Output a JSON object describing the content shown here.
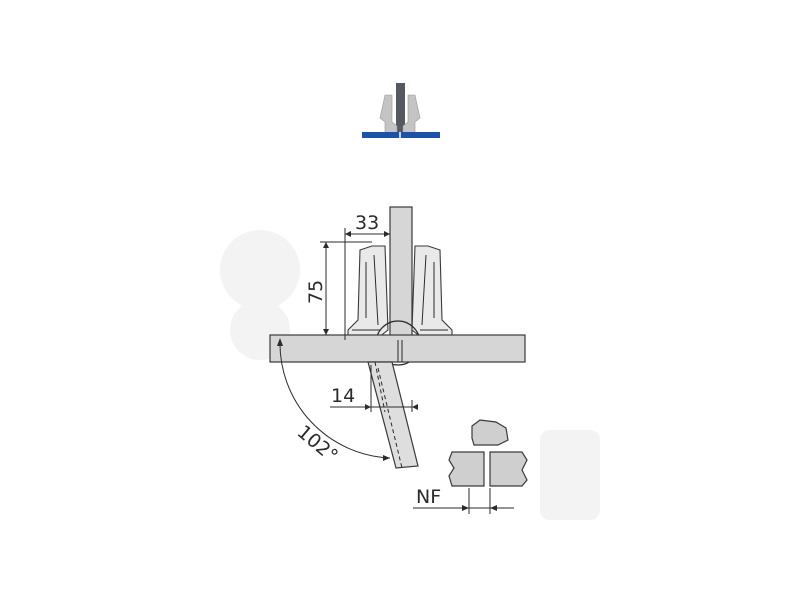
{
  "dimensions": {
    "width_offset": "33",
    "height_offset": "75",
    "overlay": "14",
    "opening_angle": "102°",
    "clearance": "NF"
  },
  "colors": {
    "mounting_plate_blue": "#1c53a8",
    "center_post_dark": "#555a60",
    "panel_fill": "#d6d6d6",
    "line": "#2b2b2b"
  }
}
